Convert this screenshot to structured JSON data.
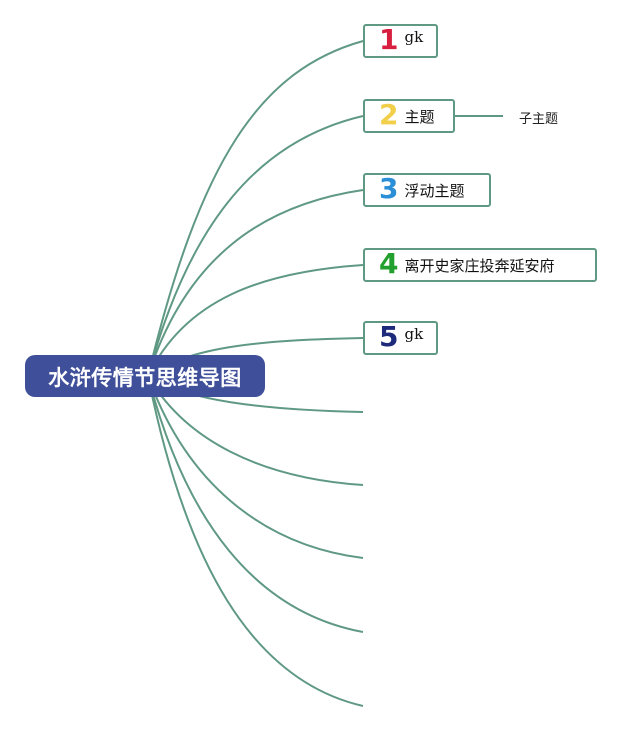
{
  "root": {
    "label": "水浒传情节思维导图"
  },
  "topics": [
    {
      "marker": "1",
      "marker_color": "#d81e3f",
      "label": "gk"
    },
    {
      "marker": "2",
      "marker_color": "#f2cf4a",
      "label": "主题"
    },
    {
      "marker": "3",
      "marker_color": "#2b8fd8",
      "label": "浮动主题"
    },
    {
      "marker": "4",
      "marker_color": "#22a02d",
      "label": "离开史家庄投奔延安府"
    },
    {
      "marker": "5",
      "marker_color": "#1e2a7a",
      "label": "gk"
    }
  ],
  "subtopic": {
    "label": "子主题"
  },
  "colors": {
    "root_fill": "#3f4f9a",
    "line": "#5f9984"
  }
}
